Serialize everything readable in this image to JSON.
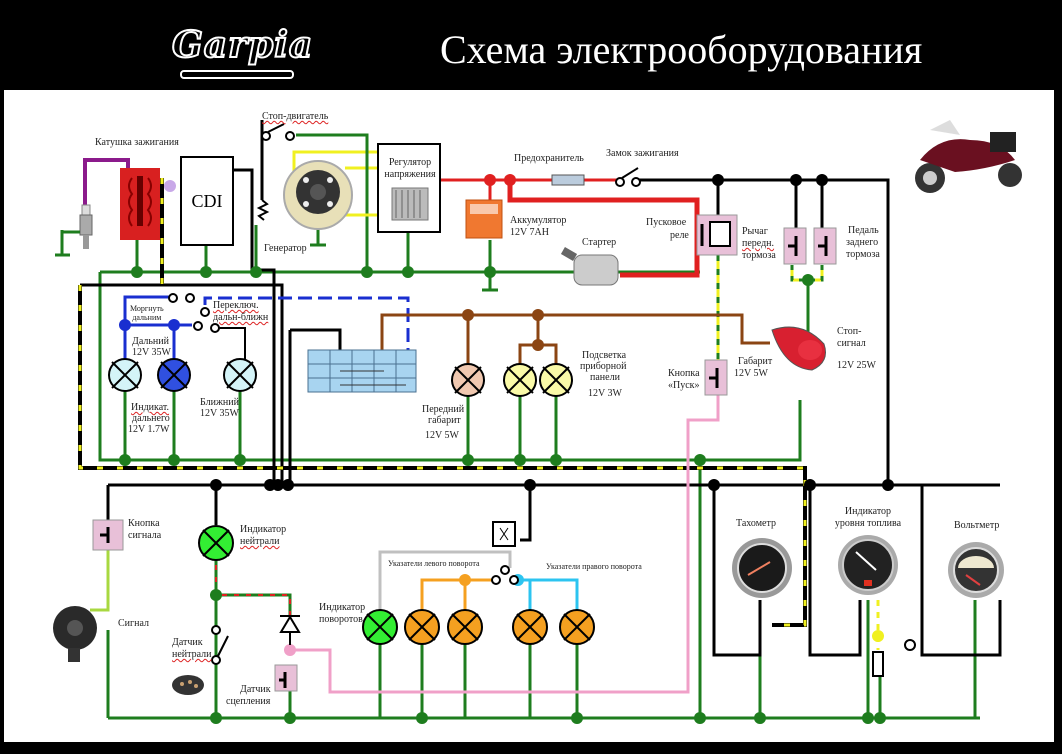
{
  "header": {
    "logo": "Garpia",
    "title": "Схема электрооборудования"
  },
  "labels": {
    "ignition_coil": "Катушка зажигания",
    "cdi": "CDI",
    "engine_stop": "Стоп-двигатель",
    "generator": "Генератор",
    "regulator": "Регулятор напряжения",
    "fuse": "Предохранитель",
    "ignition_lock": "Замок зажигания",
    "battery": "Аккумулятор",
    "battery_spec": "12V 7AH",
    "starter": "Стартер",
    "start_relay_1": "Пусковое",
    "start_relay_2": "реле",
    "front_brake_1": "Рычаг",
    "front_brake_2": "передн.",
    "front_brake_3": "тормоза",
    "rear_brake_1": "Педаль",
    "rear_brake_2": "заднего",
    "rear_brake_3": "тормоза",
    "flash_high_1": "Моргнуть",
    "flash_high_2": "дальним",
    "dimmer_1": "Переключ.",
    "dimmer_2": "дальн-ближн",
    "high_beam": "Дальний",
    "high_beam_spec": "12V 35W",
    "high_ind_1": "Индикат.",
    "high_ind_2": "дальнего",
    "high_ind_spec": "12V 1.7W",
    "low_beam": "Ближний",
    "low_beam_spec": "12V 35W",
    "front_pos_1": "Передний",
    "front_pos_2": "габарит",
    "front_pos_spec": "12V 5W",
    "panel_light_1": "Подсветка",
    "panel_light_2": "приборной",
    "panel_light_3": "панели",
    "panel_light_spec": "12V 3W",
    "start_button_1": "Кнопка",
    "start_button_2": "«Пуск»",
    "tail_pos": "Габарит",
    "tail_pos_spec": "12V 5W",
    "stop_light_1": "Стоп-",
    "stop_light_2": "сигнал",
    "stop_light_spec": "12V 25W",
    "horn_button_1": "Кнопка",
    "horn_button_2": "сигнала",
    "horn": "Сигнал",
    "neutral_ind_1": "Индикатор",
    "neutral_ind_2": "нейтрали",
    "neutral_sensor_1": "Датчик",
    "neutral_sensor_2": "нейтрали",
    "clutch_sensor_1": "Датчик",
    "clutch_sensor_2": "сцепления",
    "turn_ind_1": "Индикатор",
    "turn_ind_2": "поворотов",
    "left_turn": "Указатели левого поворота",
    "right_turn": "Указатели правого поворота",
    "tachometer": "Тахометр",
    "fuel_1": "Индикатор",
    "fuel_2": "уровня топлива",
    "voltmeter": "Вольтметр"
  },
  "colors": {
    "ground": "#1e7d1e",
    "power": "#e02020",
    "signal": "#000000",
    "high_beam": "#1a2fd0",
    "position": "#8b4513",
    "yellow_stripe": "#f0f020",
    "pink": "#f0a0c8",
    "orange_lamp": "#f5a020",
    "green_lamp": "#33ee33",
    "cyan": "#2cc4f0",
    "grey": "#c0c0c0"
  }
}
